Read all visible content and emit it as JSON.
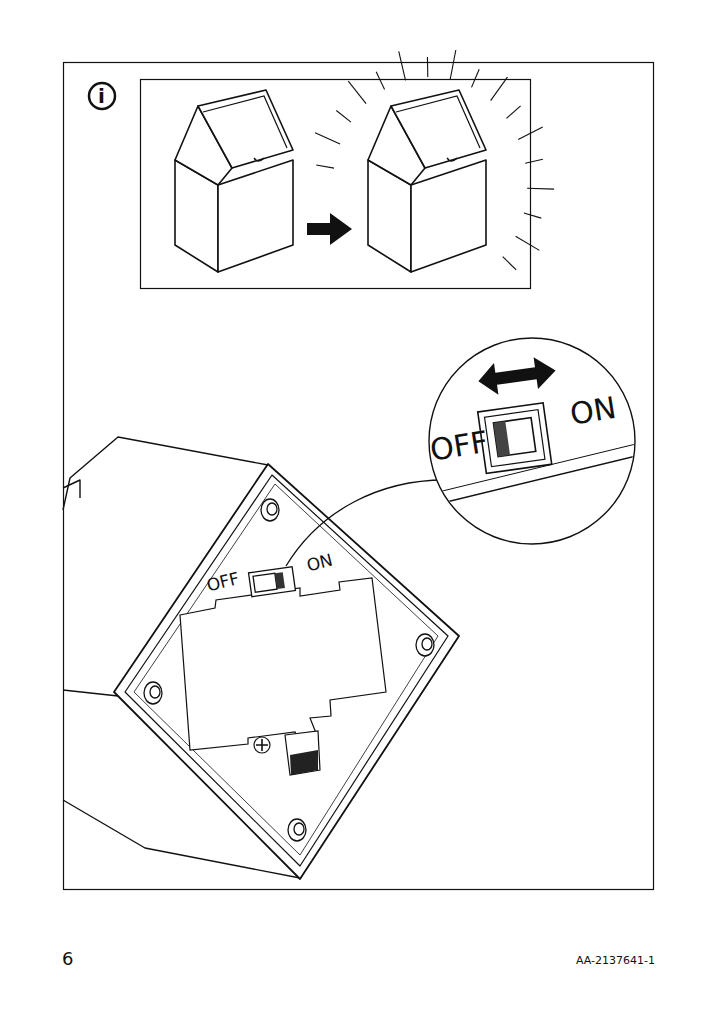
{
  "diagram": {
    "labels": [
      "i",
      "OFF",
      "ON",
      "OFF",
      "ON",
      "6",
      "AA-2137641-1"
    ]
  }
}
